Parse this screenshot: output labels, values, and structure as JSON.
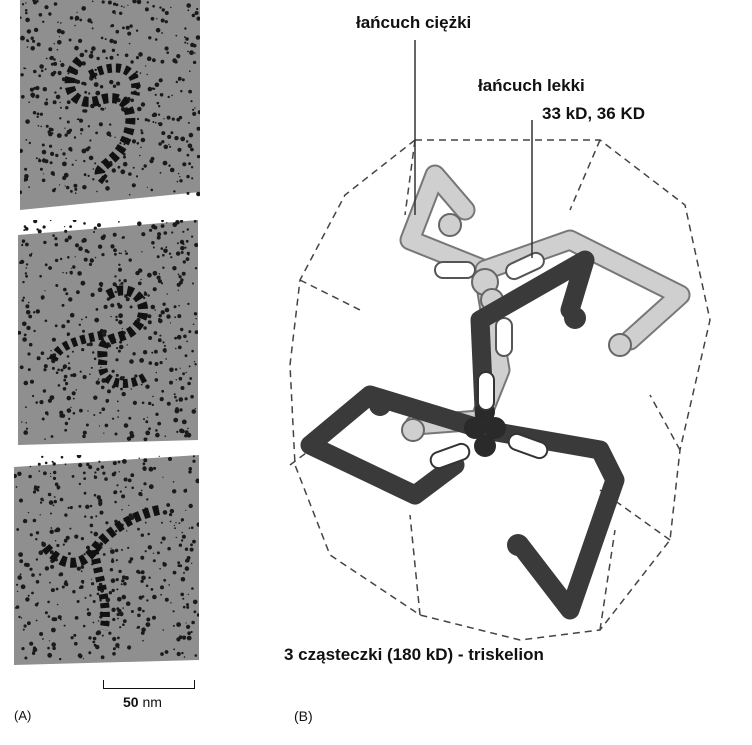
{
  "panel_a": {
    "label": "(A)",
    "scalebar_value": "50",
    "scalebar_unit": "nm"
  },
  "panel_b": {
    "label": "(B)",
    "heavy_chain_label": "łańcuch ciężki",
    "light_chain_label": "łańcuch lekki",
    "light_chain_mass": "33 kD, 36 KD",
    "caption": "3 cząsteczki (180 kD) - triskelion"
  },
  "colors": {
    "micrograph_bg": "#8f8f8f",
    "stain_dots": "#1a1a1a",
    "dark_leg": "#3a3a3a",
    "light_leg": "#c8c8c8",
    "outline": "#555555"
  }
}
